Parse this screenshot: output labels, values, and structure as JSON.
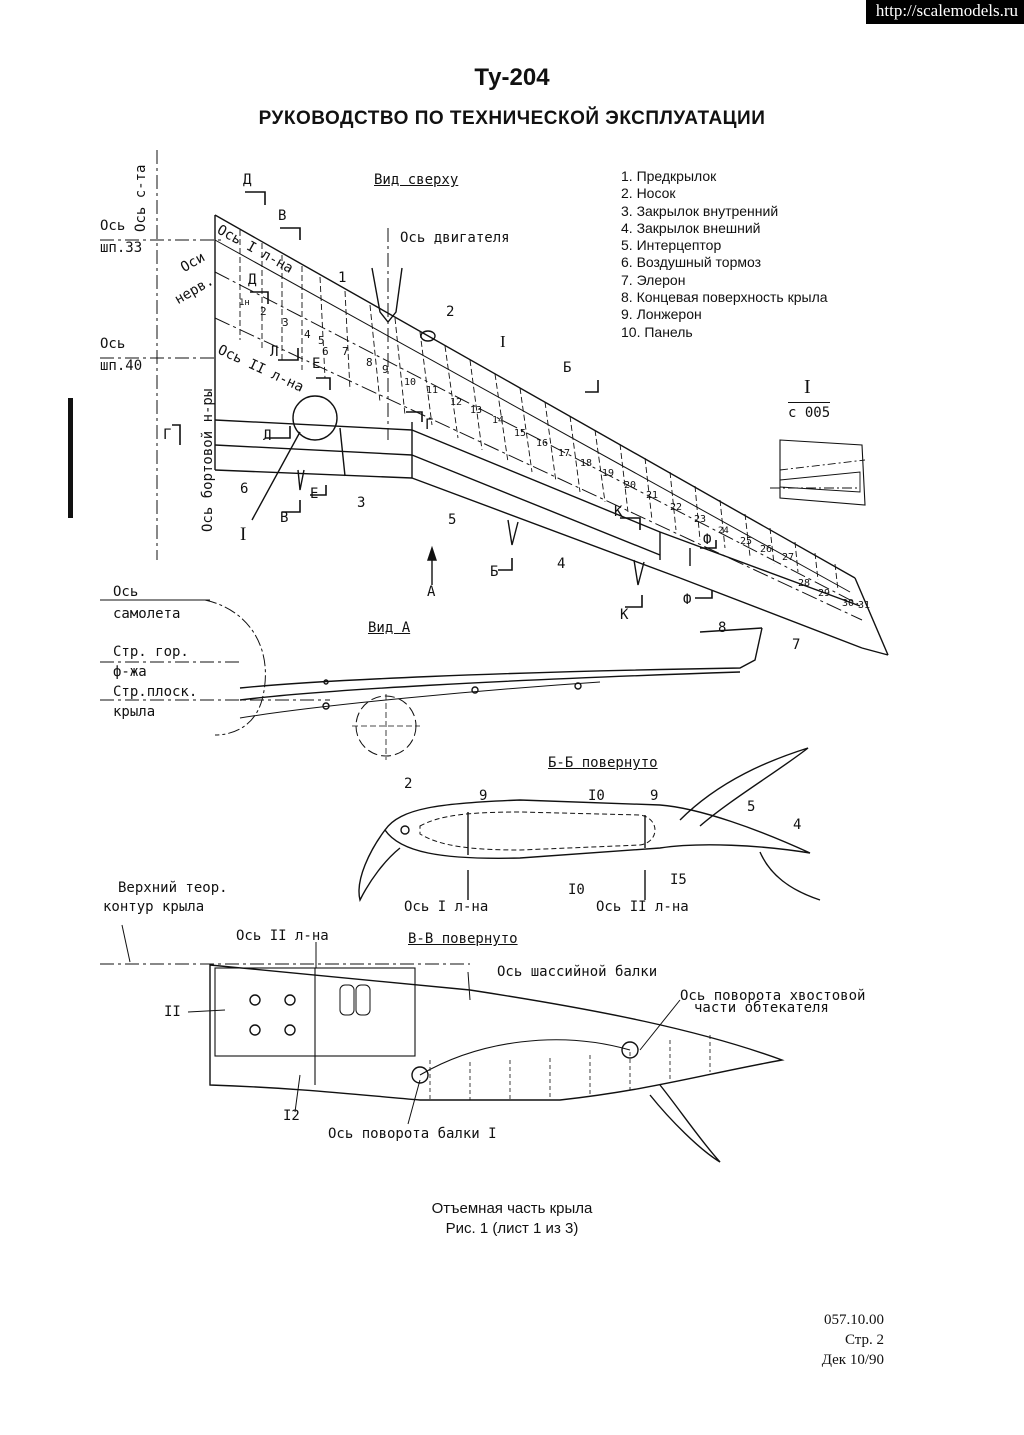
{
  "watermark": "http://scalemodels.ru",
  "title": "Ту-204",
  "subtitle": "РУКОВОДСТВО  ПО ТЕХНИЧЕСКОЙ  ЭКСПЛУАТАЦИИ",
  "legend": [
    "1. Предкрылок",
    "2. Носок",
    "3. Закрылок внутренний",
    "4. Закрылок внешний",
    "5. Интерцептор",
    "6. Воздушный тормоз",
    "7. Элерон",
    "8. Концевая поверхность крыла",
    "9. Лонжерон",
    "10. Панель"
  ],
  "top_view": {
    "title": "Вид сверху",
    "engine_axis": "Ось двигателя",
    "axis_fus": "Ось с-та",
    "axis_sp33": [
      "Ось",
      "шп.33"
    ],
    "axis_sp40": [
      "Ось",
      "шп.40"
    ],
    "axis_ribs": [
      "Оси",
      "нерв."
    ],
    "axis_spar1": "Ось I л-на",
    "axis_spar2": "Ось II л-на",
    "axis_side_rib": "Ось бортовой н-ры",
    "detail_ref": [
      "I",
      "с 005"
    ],
    "rib_numbers": [
      "1н",
      "2",
      "3",
      "4",
      "5",
      "6",
      "7",
      "8",
      "9",
      "10",
      "11",
      "12",
      "13",
      "14",
      "15",
      "16",
      "17",
      "18",
      "19",
      "20",
      "21",
      "22",
      "23",
      "24",
      "25",
      "26",
      "27",
      "28",
      "29",
      "30",
      "31"
    ],
    "section_marks": [
      "Д",
      "Д",
      "В",
      "В",
      "Л",
      "Л",
      "Е",
      "Е",
      "Г",
      "Г",
      "Б",
      "Б",
      "К",
      "К",
      "Ф",
      "Ф"
    ],
    "part_numbers": [
      "1",
      "2",
      "3",
      "4",
      "5",
      "6",
      "7",
      "I",
      "I",
      "А"
    ]
  },
  "view_a": {
    "title": "Вид А",
    "axis_plane": [
      "Ось",
      "самолета"
    ],
    "str_fus": [
      "Стр. гор.",
      "ф-жа"
    ],
    "str_wing": [
      "Стр.плоск.",
      "крыла"
    ],
    "tip_label": "8"
  },
  "section_bb": {
    "title": "Б-Б повернуто",
    "labels": [
      "2",
      "9",
      "I0",
      "9",
      "5",
      "4",
      "I0",
      "I5"
    ],
    "axis1": "Ось I л-на",
    "axis2": "Ось II л-на"
  },
  "section_vv": {
    "title": "В-В повернуто",
    "upper_contour": [
      "Верхний теор.",
      "контур крыла"
    ],
    "axis_spar2": "Ось II л-на",
    "gear_beam_axis": "Ось шассийной балки",
    "fairing_pivot": [
      "Ось поворота хвостовой",
      "части обтекателя"
    ],
    "beam_pivot": "Ось поворота балки I",
    "labels": [
      "II",
      "I2"
    ]
  },
  "caption": [
    "Отъемная часть крыла",
    "Рис. 1 (лист 1 из 3)"
  ],
  "footer": [
    "057.10.00",
    "Стр. 2",
    "Дек 10/90"
  ]
}
